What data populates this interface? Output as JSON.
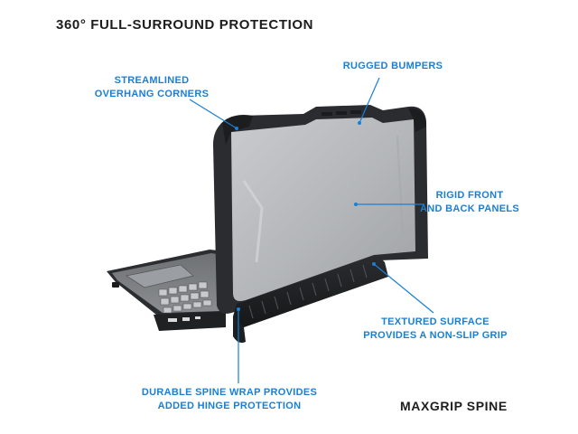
{
  "headline": "360° FULL-SURROUND PROTECTION",
  "footer_title": "MAXGRIP SPINE",
  "callouts": {
    "corners": {
      "line1": "STREAMLINED",
      "line2": "OVERHANG CORNERS"
    },
    "bumpers": {
      "line1": "RUGGED BUMPERS"
    },
    "panels": {
      "line1": "RIGID FRONT",
      "line2": "AND BACK PANELS"
    },
    "texture": {
      "line1": "TEXTURED SURFACE",
      "line2": "PROVIDES A NON-SLIP GRIP"
    },
    "spine": {
      "line1": "DURABLE SPINE WRAP PROVIDES",
      "line2": "ADDED HINGE PROTECTION"
    }
  },
  "colors": {
    "callout_text": "#1a7fd4",
    "leader_line": "#1a7fd4",
    "heading_text": "#1d1d1d",
    "case_frame": "#2a2c2f",
    "case_panel": "#b7babd"
  },
  "icons": {
    "product": "laptop-case-illustration"
  }
}
